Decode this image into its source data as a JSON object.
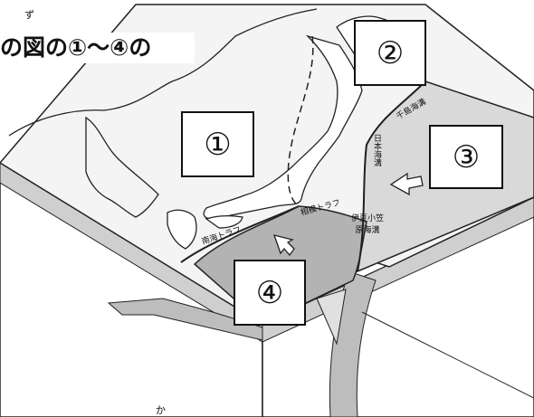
{
  "question": {
    "title": "の図の①〜④の",
    "ruby": "ず"
  },
  "labels": {
    "region1": "①",
    "region2": "②",
    "region3": "③",
    "region4": "④"
  },
  "map_labels": {
    "nankai_trough": "南海トラフ",
    "sagami_trough": "相模トラフ",
    "japan_trench": "日本海溝",
    "chishima_trench": "千島海溝",
    "izu_ogasawara_trench": "伊豆小笠原海溝"
  },
  "footer_fragment": "か",
  "colors": {
    "land_plate": "#f4f4f4",
    "pacific_plate": "#d9d9d9",
    "philippine_plate": "#b3b3b3",
    "side_face": "#ffffff",
    "slab": "#c4c4c4"
  }
}
